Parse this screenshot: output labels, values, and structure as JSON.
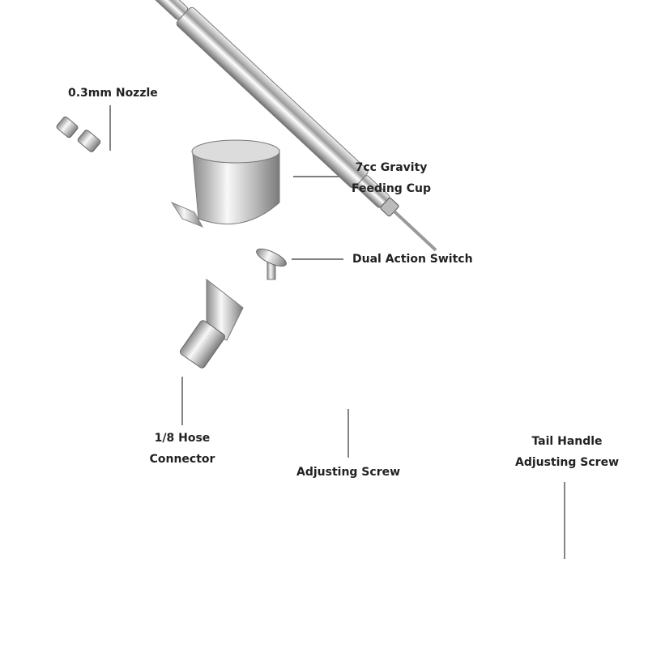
{
  "labels": {
    "nozzle": "0.3mm Nozzle",
    "cup_line1": "7cc Gravity",
    "cup_line2": "Feeding Cup",
    "switch": "Dual Action Switch",
    "hose_line1": "1/8 Hose",
    "hose_line2": "Connector",
    "screw": "Adjusting Screw",
    "tail_line1": "Tail Handle",
    "tail_line2": "Adjusting Screw"
  },
  "colors": {
    "text": "#222222",
    "chrome": "#c8c8c8",
    "handle": "#111111",
    "leader": "#333333"
  }
}
